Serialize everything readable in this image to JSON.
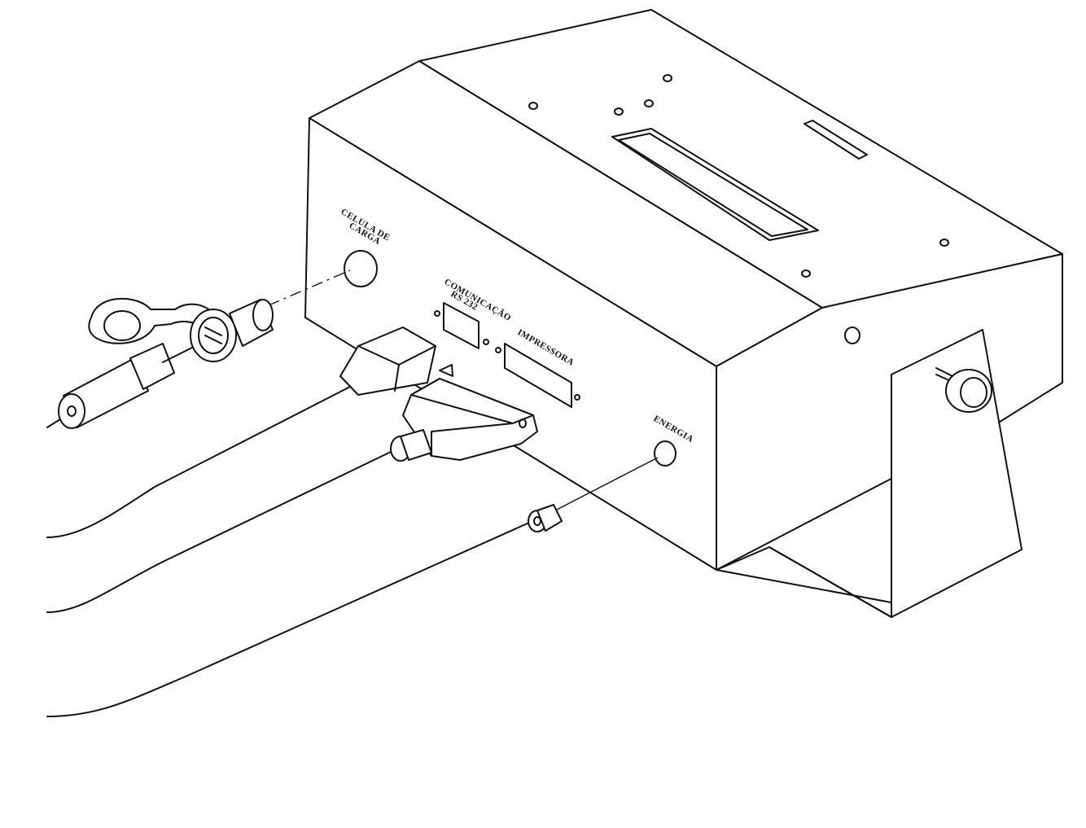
{
  "labels": {
    "load_cell_line1": "CELULA DE",
    "load_cell_line2": "CARGA",
    "comm_line1": "COMUNICAÇÃO",
    "comm_line2": "RS 232",
    "printer": "IMPRESSORA",
    "power": "ENERGIA"
  },
  "colors": {
    "ink": "#111111",
    "paper": "#ffffff"
  },
  "icons": [
    "load-cell-connector-icon",
    "db9-connector-icon",
    "db25-connector-icon",
    "power-plug-icon",
    "knob-icon"
  ]
}
